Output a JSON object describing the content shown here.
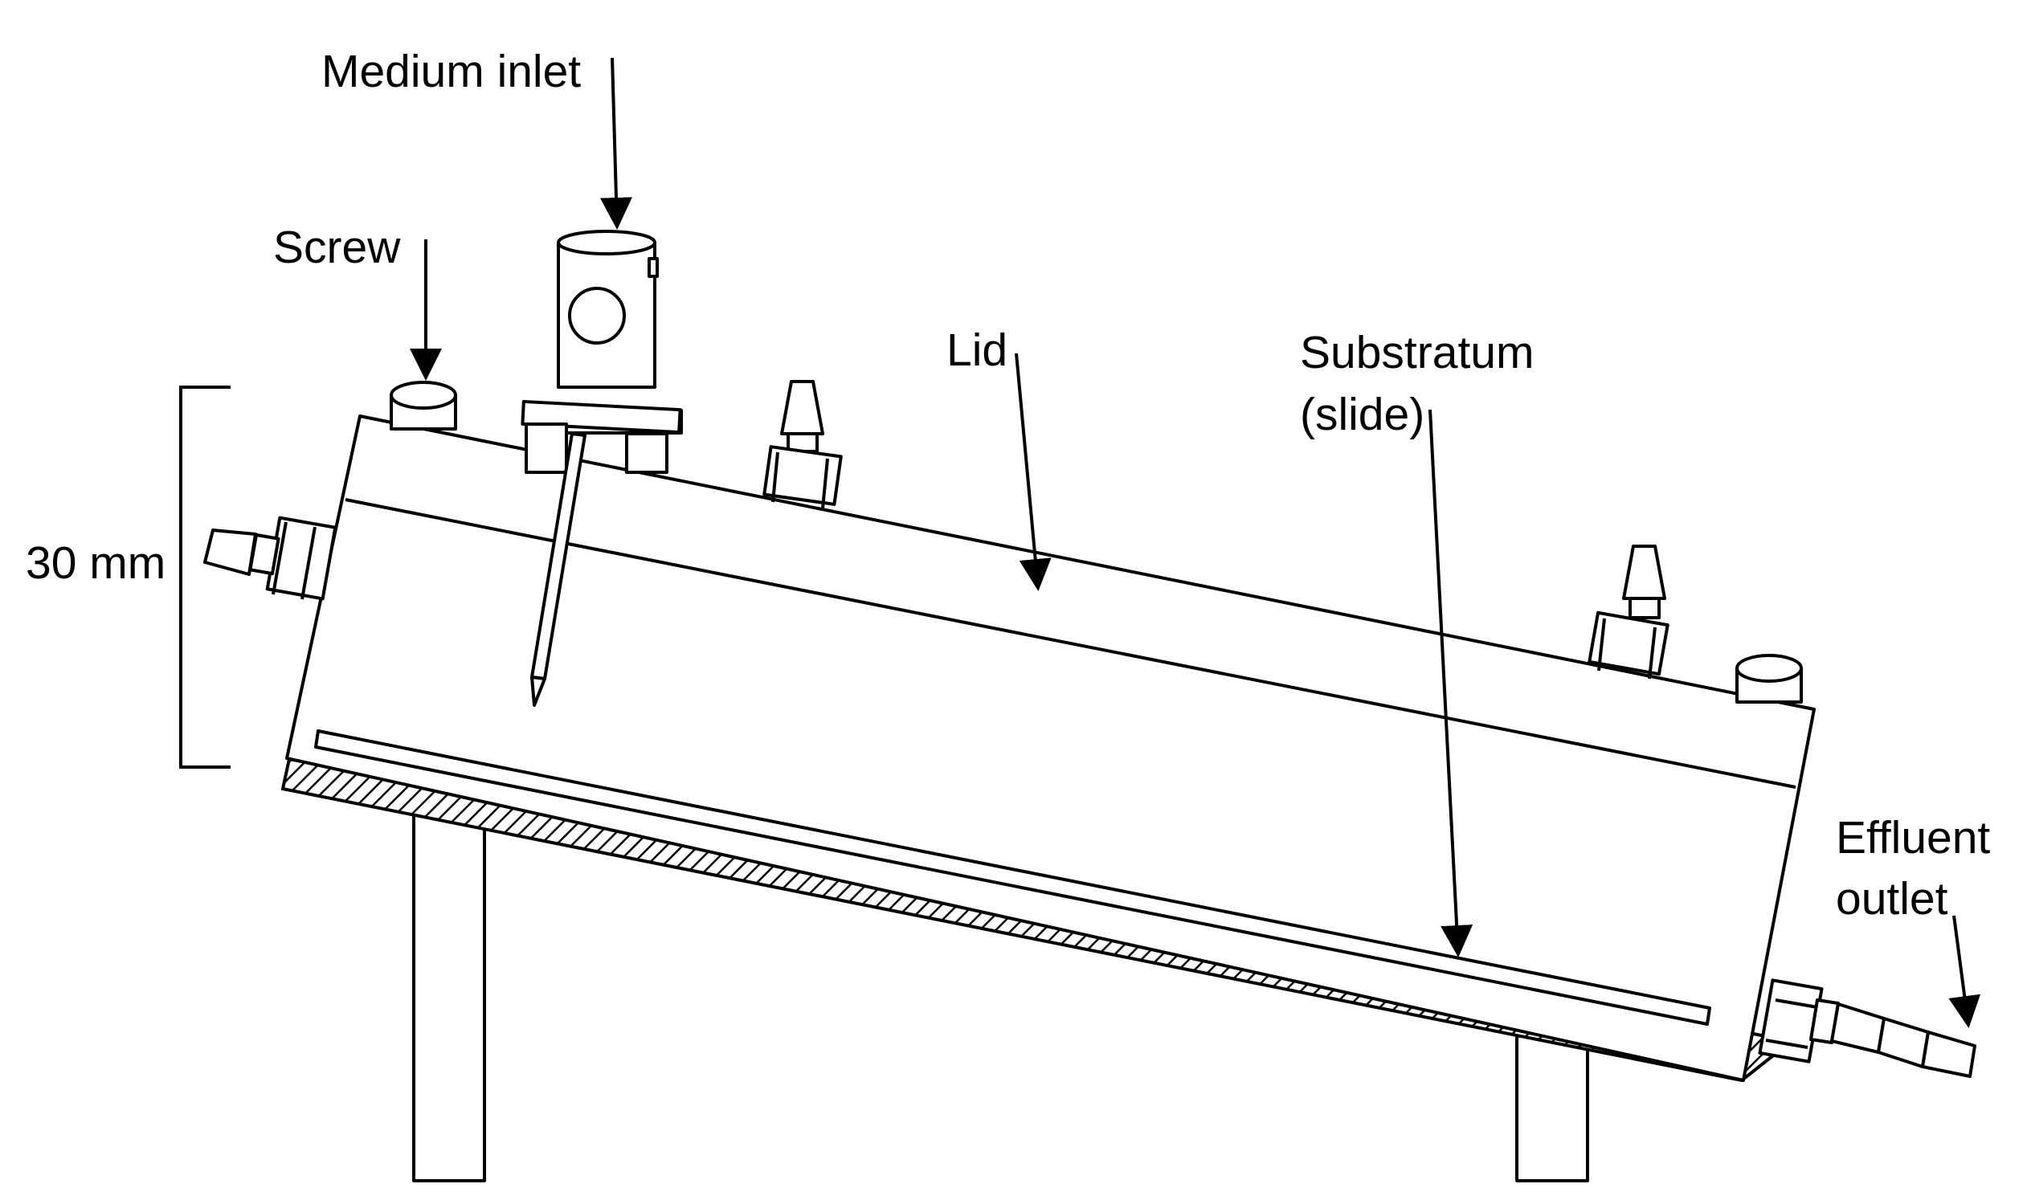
{
  "labels": {
    "medium_inlet": "Medium inlet",
    "screw": "Screw",
    "lid": "Lid",
    "substratum_line1": "Substratum",
    "substratum_line2": "(slide)",
    "dimension": "30 mm",
    "effluent_line1": "Effluent",
    "effluent_line2": "outlet"
  },
  "colors": {
    "stroke": "#000000",
    "background": "#ffffff"
  }
}
